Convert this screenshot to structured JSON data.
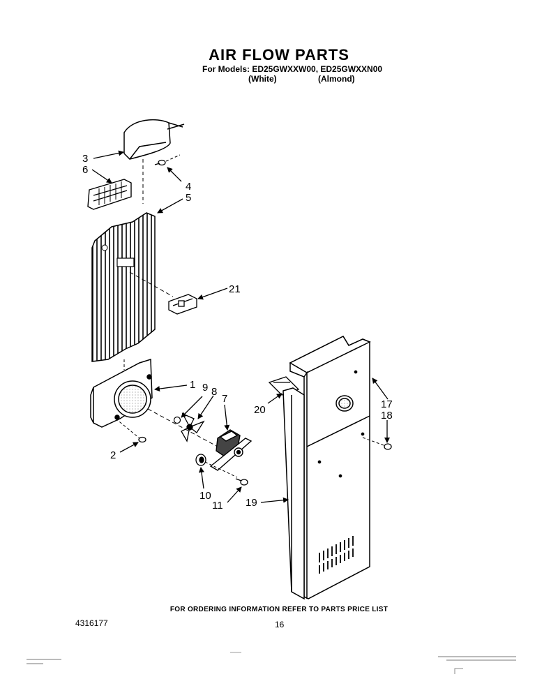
{
  "header": {
    "title": "AIR FLOW PARTS",
    "models_line": "For Models: ED25GWXXW00, ED25GWXXN00",
    "variant_white": "(White)",
    "variant_almond": "(Almond)"
  },
  "callouts": {
    "c1": "1",
    "c2": "2",
    "c3": "3",
    "c4": "4",
    "c5": "5",
    "c6": "6",
    "c7": "7",
    "c8": "8",
    "c9": "9",
    "c10": "10",
    "c11": "11",
    "c17": "17",
    "c18": "18",
    "c19": "19",
    "c20": "20",
    "c21": "21"
  },
  "footer": {
    "note": "FOR ORDERING INFORMATION REFER TO PARTS PRICE LIST",
    "part_number": "4316177",
    "page_number": "16"
  }
}
